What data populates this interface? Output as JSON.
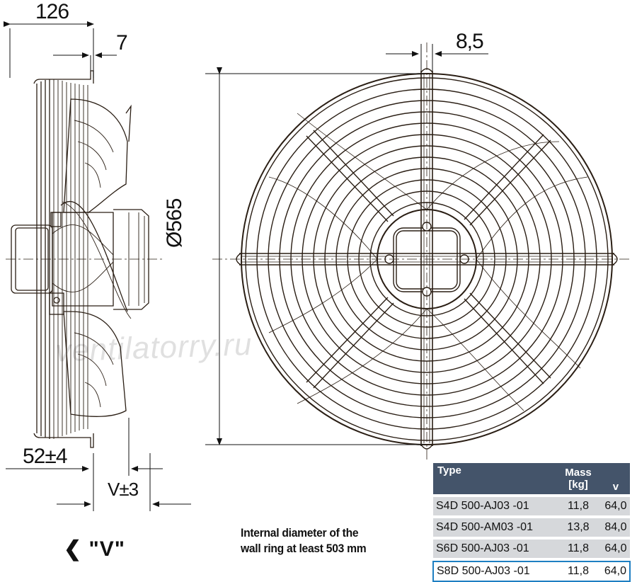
{
  "dimensions": {
    "overall_depth": "126",
    "flange": "7",
    "guard_offset": "8,5",
    "diameter": "Ø565",
    "mount_offset": "52±4",
    "v_tolerance": "V±3"
  },
  "view_marker": "❮ \"V\"",
  "note": {
    "line1": "Internal diameter of the",
    "line2": "wall ring at least 503 mm"
  },
  "watermark": "ventilatorry.ru",
  "table": {
    "header": {
      "type": "Type",
      "mass": "Mass",
      "mass_unit": "[kg]",
      "v": "v"
    },
    "rows": [
      {
        "type": "S4D 500-AJ03 -01",
        "mass": "11,8",
        "v": "64,0",
        "selected": false
      },
      {
        "type": "S4D 500-AM03 -01",
        "mass": "13,8",
        "v": "84,0",
        "selected": false
      },
      {
        "type": "S6D 500-AJ03 -01",
        "mass": "11,8",
        "v": "64,0",
        "selected": false
      },
      {
        "type": "S8D 500-AJ03 -01",
        "mass": "11,8",
        "v": "64,0",
        "selected": true
      }
    ]
  },
  "colors": {
    "line": "#2a1e14",
    "table_header": "#44546a",
    "table_row": "#d6d8db",
    "highlight": "#1e7fc2"
  }
}
